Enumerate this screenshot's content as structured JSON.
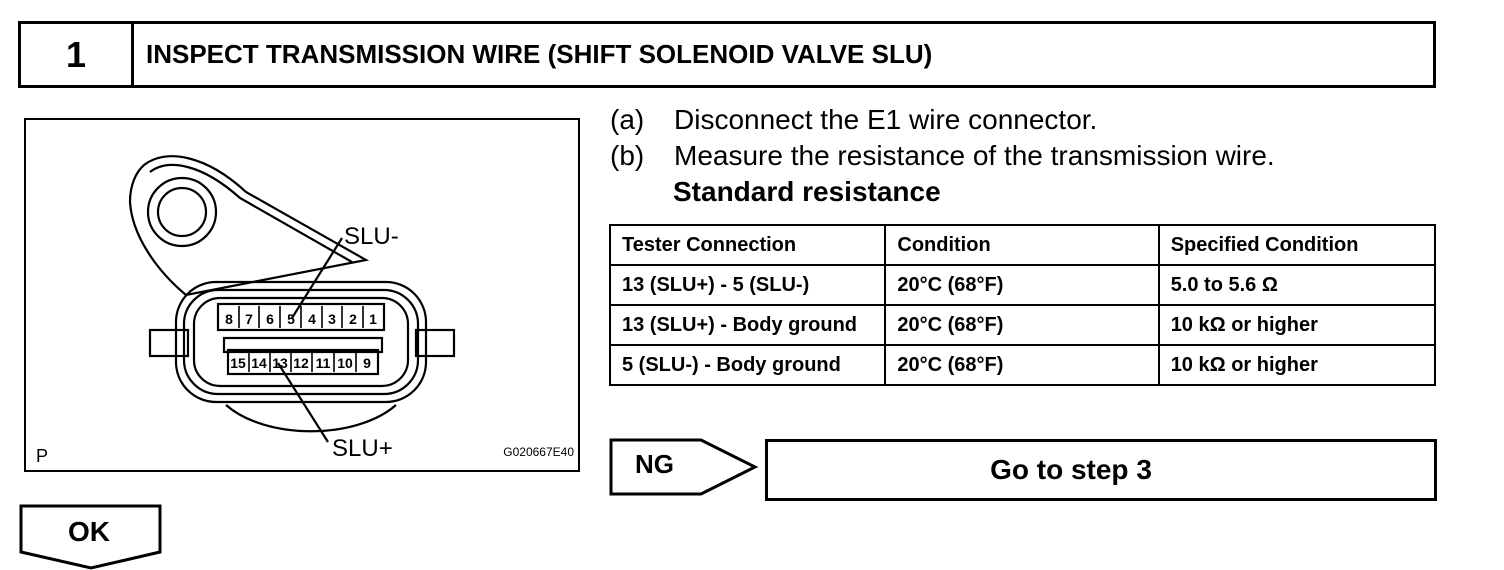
{
  "header": {
    "step_number": "1",
    "title": "INSPECT TRANSMISSION WIRE (SHIFT SOLENOID VALVE SLU)"
  },
  "figure": {
    "label_slu_minus": "SLU-",
    "label_slu_plus": "SLU+",
    "corner_letter": "P",
    "figure_code": "G020667E40",
    "top_pins": [
      "8",
      "7",
      "6",
      "5",
      "4",
      "3",
      "2",
      "1"
    ],
    "bottom_pins": [
      "15",
      "14",
      "13",
      "12",
      "11",
      "10",
      "9"
    ]
  },
  "steps": [
    {
      "label": "(a)",
      "text": "Disconnect the E1 wire connector."
    },
    {
      "label": "(b)",
      "text": "Measure the resistance of the transmission wire."
    }
  ],
  "standard_heading": "Standard resistance",
  "table": {
    "headers": [
      "Tester Connection",
      "Condition",
      "Specified Condition"
    ],
    "rows": [
      [
        "13 (SLU+) - 5 (SLU-)",
        "20°C (68°F)",
        "5.0 to 5.6 Ω"
      ],
      [
        "13 (SLU+) - Body ground",
        "20°C (68°F)",
        "10 kΩ or higher"
      ],
      [
        "5 (SLU-) - Body ground",
        "20°C (68°F)",
        "10 kΩ or higher"
      ]
    ]
  },
  "ng": {
    "label": "NG",
    "action": "Go to step 3"
  },
  "ok": {
    "label": "OK"
  }
}
